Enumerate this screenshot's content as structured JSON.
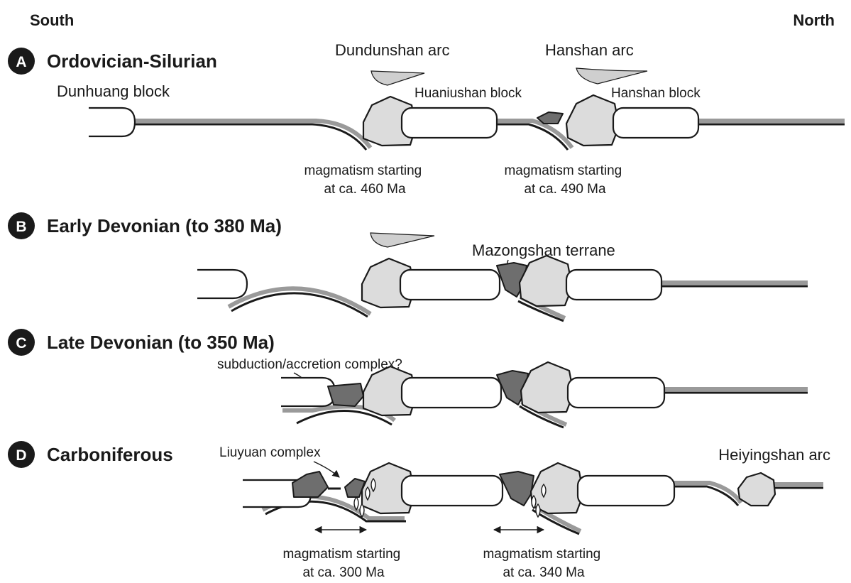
{
  "orientation": {
    "left": "South",
    "right": "North"
  },
  "colors": {
    "ink": "#1a1a1a",
    "arc_fill": "#dcdcdc",
    "dark_fill": "#6e6e6e",
    "plate_gray": "#9a9a9a"
  },
  "panels": [
    {
      "letter": "A",
      "title": "Ordovician-Silurian",
      "labels": {
        "dundunshan": "Dundunshan arc",
        "hanshan_arc": "Hanshan arc",
        "dunhuang": "Dunhuang block",
        "huaniushan": "Huaniushan block",
        "hanshan_block": "Hanshan block"
      },
      "notes": [
        {
          "line1": "magmatism starting",
          "line2": "at ca. 460 Ma"
        },
        {
          "line1": "magmatism starting",
          "line2": "at ca. 490 Ma"
        }
      ]
    },
    {
      "letter": "B",
      "title": "Early Devonian (to 380 Ma)",
      "labels": {
        "mazongshan": "Mazongshan terrane"
      }
    },
    {
      "letter": "C",
      "title": "Late Devonian (to 350 Ma)",
      "labels": {
        "complex": "subduction/accretion complex?"
      }
    },
    {
      "letter": "D",
      "title": "Carboniferous",
      "labels": {
        "liuyuan": "Liuyuan complex",
        "heiyingshan": "Heiyingshan arc"
      },
      "notes": [
        {
          "line1": "magmatism starting",
          "line2": "at ca. 300 Ma"
        },
        {
          "line1": "magmatism starting",
          "line2": "at ca. 340 Ma"
        }
      ]
    }
  ]
}
